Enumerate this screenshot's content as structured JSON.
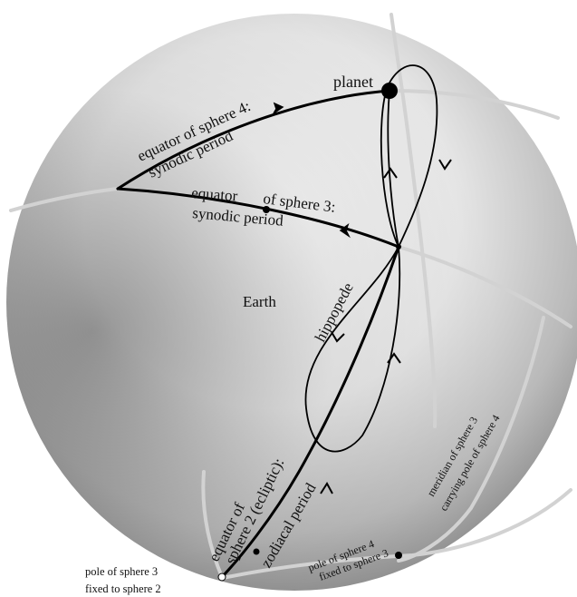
{
  "labels": {
    "planet": "planet",
    "equator_sphere4": "equator of sphere 4:",
    "synodic_period_4": "synodic period",
    "equator_sphere3_a": "equator",
    "equator_sphere3_b": "of sphere 3:",
    "synodic_period_3": "synodic period",
    "earth": "Earth",
    "hippopede": "hippopede",
    "equator_sphere2_a": "equator of",
    "equator_sphere2_b": "sphere 2 (ecliptic):",
    "zodiacal_period": "zodiacal period",
    "meridian_a": "meridian of sphere 3",
    "meridian_b": "carrying pole of sphere 4",
    "pole4_a": "pole of sphere 4",
    "pole4_b": "fixed to sphere 3",
    "pole3_a": "pole of sphere 3",
    "pole3_b": "fixed to sphere 2"
  },
  "colors": {
    "sphere_light": "#f4f4f4",
    "sphere_dark": "#3a3a3a",
    "curve": "#000000",
    "grey_circle": "#cfcfcf"
  }
}
